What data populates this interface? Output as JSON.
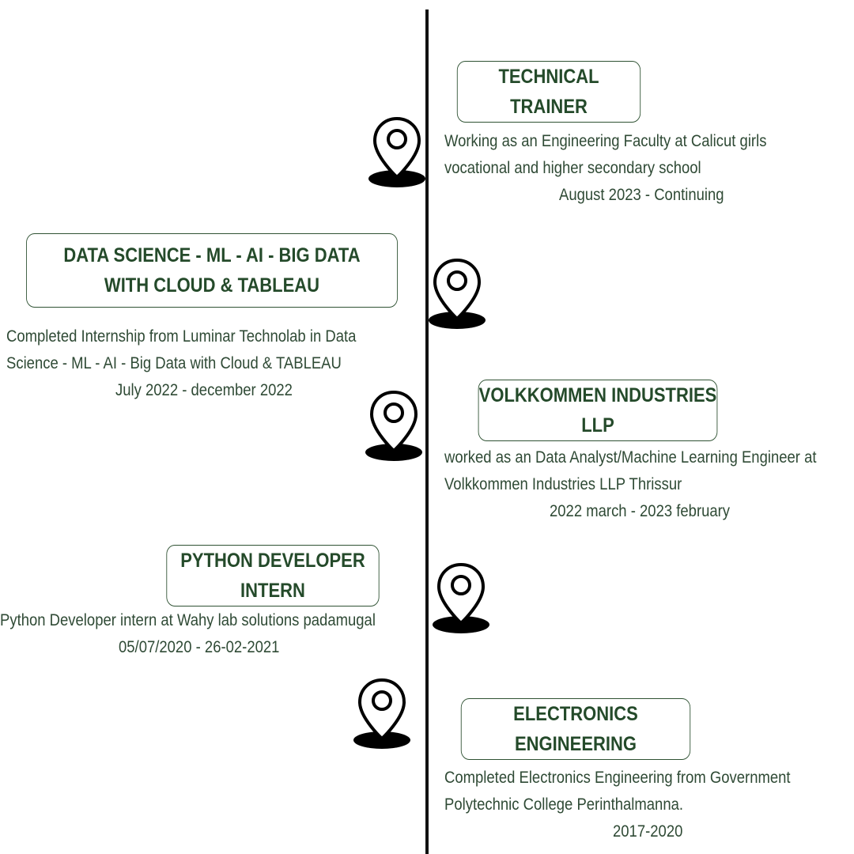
{
  "entries": [
    {
      "title": "TECHNICAL TRAINER",
      "desc_line1": "Working as an Engineering Faculty at Calicut girls",
      "desc_line2": "vocational and higher secondary school",
      "date": "August 2023 - Continuing"
    },
    {
      "title": "DATA SCIENCE - ML - AI - BIG DATA\nWITH CLOUD & TABLEAU",
      "desc_line1": "Completed Internship from Luminar Technolab in Data",
      "desc_line2": "Science - ML - AI - Big Data with Cloud & TABLEAU",
      "date": "July 2022 - december 2022"
    },
    {
      "title": "VOLKKOMMEN INDUSTRIES LLP",
      "desc_line1": "worked as an Data Analyst/Machine Learning Engineer at",
      "desc_line2": "Volkkommen Industries LLP Thrissur",
      "date": "2022 march - 2023 february"
    },
    {
      "title": "PYTHON DEVELOPER INTERN",
      "desc_line1": "Python Developer intern at Wahy lab solutions padamugal",
      "date": "05/07/2020 - 26-02-2021"
    },
    {
      "title": "ELECTRONICS ENGINEERING",
      "desc_line1": "Completed Electronics Engineering from Government",
      "desc_line2": "Polytechnic College Perinthalmanna.",
      "date": "2017-2020"
    }
  ],
  "icons": {
    "marker": "location-pin-icon"
  },
  "colors": {
    "title_text": "#244a2a",
    "box_border": "#2f5233",
    "body_text": "#2f4a35",
    "axis": "#111111"
  }
}
